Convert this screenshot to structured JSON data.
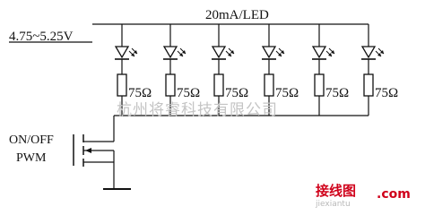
{
  "supply_label": "4.75~5.25V",
  "current_label": "20mA/LED",
  "resistor_label": "75Ω",
  "leds": [
    {
      "id": 1,
      "resistor": "75Ω"
    },
    {
      "id": 2,
      "resistor": "75Ω"
    },
    {
      "id": 3,
      "resistor": "75Ω"
    },
    {
      "id": 4,
      "resistor": "75Ω"
    },
    {
      "id": 5,
      "resistor": "75Ω"
    },
    {
      "id": 6,
      "resistor": "75Ω"
    }
  ],
  "control_labels": [
    "ON/OFF",
    "PWM"
  ],
  "watermark_cn": "杭州将睿科技有限公司",
  "watermark_site_cn": "接线图",
  "watermark_site_url": "jiexiantu",
  "watermark_site_domain": ".com",
  "colors": {
    "line": "#111111",
    "watermark_red": "#d0021b",
    "watermark_gray": "#b9b9b9"
  }
}
